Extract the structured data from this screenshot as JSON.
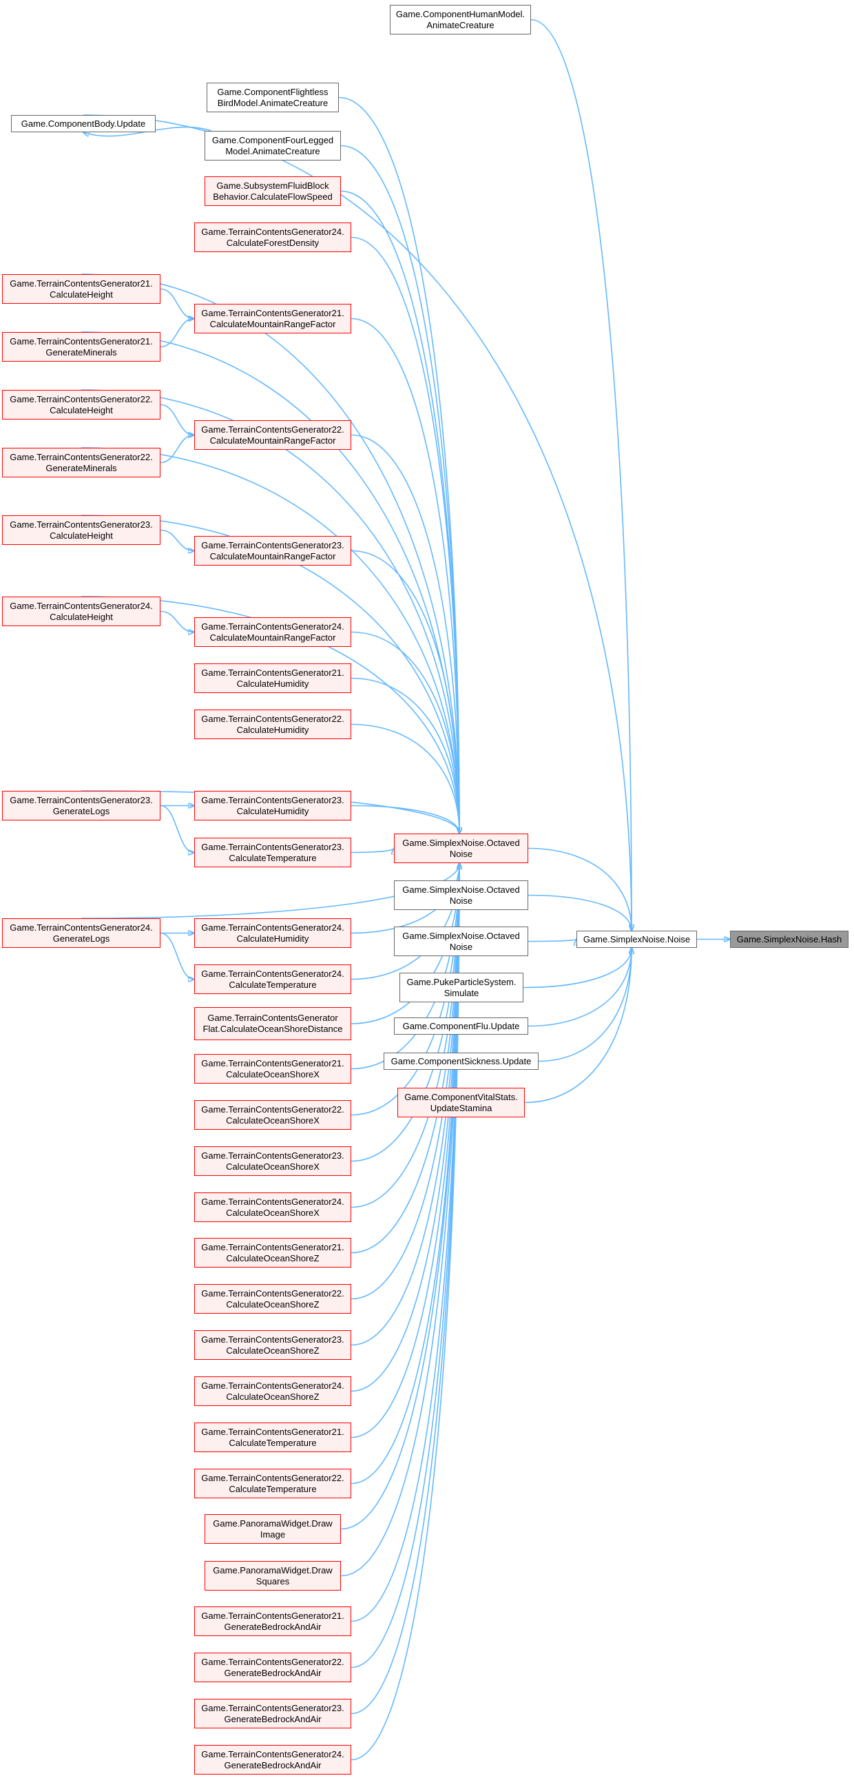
{
  "graph": {
    "title": "Call graph of Game.SimplexNoise.Hash",
    "edge_color": "#63b8ff",
    "node_styles": {
      "black": {
        "fill": "#ffffff",
        "border": "#666666"
      },
      "red": {
        "fill": "#fff0f0",
        "border": "#ff0000"
      },
      "target": {
        "fill": "#999999",
        "border": "#666666"
      }
    },
    "nodes": [
      {
        "id": "hash",
        "style": "target",
        "lines": [
          "Game.SimplexNoise.Hash"
        ]
      },
      {
        "id": "noise",
        "style": "black",
        "lines": [
          "Game.SimplexNoise.Noise"
        ]
      },
      {
        "id": "octA",
        "style": "red",
        "lines": [
          "Game.SimplexNoise.Octaved",
          "Noise"
        ]
      },
      {
        "id": "octB",
        "style": "black",
        "lines": [
          "Game.SimplexNoise.Octaved",
          "Noise"
        ]
      },
      {
        "id": "octC",
        "style": "black",
        "lines": [
          "Game.SimplexNoise.Octaved",
          "Noise"
        ]
      },
      {
        "id": "puke",
        "style": "black",
        "lines": [
          "Game.PukeParticleSystem.",
          "Simulate"
        ]
      },
      {
        "id": "flu",
        "style": "black",
        "lines": [
          "Game.ComponentFlu.Update"
        ]
      },
      {
        "id": "sick",
        "style": "black",
        "lines": [
          "Game.ComponentSickness.Update"
        ]
      },
      {
        "id": "vital",
        "style": "red",
        "lines": [
          "Game.ComponentVitalStats.",
          "UpdateStamina"
        ]
      },
      {
        "id": "human",
        "style": "black",
        "lines": [
          "Game.ComponentHumanModel.",
          "AnimateCreature"
        ]
      },
      {
        "id": "body",
        "style": "black",
        "lines": [
          "Game.ComponentBody.Update"
        ]
      },
      {
        "id": "flightless",
        "style": "black",
        "lines": [
          "Game.ComponentFlightless",
          "BirdModel.AnimateCreature"
        ]
      },
      {
        "id": "fourlegged",
        "style": "black",
        "lines": [
          "Game.ComponentFourLegged",
          "Model.AnimateCreature"
        ]
      },
      {
        "id": "fluid",
        "style": "red",
        "lines": [
          "Game.SubsystemFluidBlock",
          "Behavior.CalculateFlowSpeed"
        ]
      },
      {
        "id": "forest24",
        "style": "red",
        "lines": [
          "Game.TerrainContentsGenerator24.",
          "CalculateForestDensity"
        ]
      },
      {
        "id": "mrf21",
        "style": "red",
        "lines": [
          "Game.TerrainContentsGenerator21.",
          "CalculateMountainRangeFactor"
        ]
      },
      {
        "id": "mrf22",
        "style": "red",
        "lines": [
          "Game.TerrainContentsGenerator22.",
          "CalculateMountainRangeFactor"
        ]
      },
      {
        "id": "mrf23",
        "style": "red",
        "lines": [
          "Game.TerrainContentsGenerator23.",
          "CalculateMountainRangeFactor"
        ]
      },
      {
        "id": "mrf24",
        "style": "red",
        "lines": [
          "Game.TerrainContentsGenerator24.",
          "CalculateMountainRangeFactor"
        ]
      },
      {
        "id": "hum21",
        "style": "red",
        "lines": [
          "Game.TerrainContentsGenerator21.",
          "CalculateHumidity"
        ]
      },
      {
        "id": "hum22",
        "style": "red",
        "lines": [
          "Game.TerrainContentsGenerator22.",
          "CalculateHumidity"
        ]
      },
      {
        "id": "hum23",
        "style": "red",
        "lines": [
          "Game.TerrainContentsGenerator23.",
          "CalculateHumidity"
        ]
      },
      {
        "id": "temp23",
        "style": "red",
        "lines": [
          "Game.TerrainContentsGenerator23.",
          "CalculateTemperature"
        ]
      },
      {
        "id": "hum24",
        "style": "red",
        "lines": [
          "Game.TerrainContentsGenerator24.",
          "CalculateHumidity"
        ]
      },
      {
        "id": "temp24",
        "style": "red",
        "lines": [
          "Game.TerrainContentsGenerator24.",
          "CalculateTemperature"
        ]
      },
      {
        "id": "flatshore",
        "style": "red",
        "lines": [
          "Game.TerrainContentsGenerator",
          "Flat.CalculateOceanShoreDistance"
        ]
      },
      {
        "id": "shx21",
        "style": "red",
        "lines": [
          "Game.TerrainContentsGenerator21.",
          "CalculateOceanShoreX"
        ]
      },
      {
        "id": "shx22",
        "style": "red",
        "lines": [
          "Game.TerrainContentsGenerator22.",
          "CalculateOceanShoreX"
        ]
      },
      {
        "id": "shx23",
        "style": "red",
        "lines": [
          "Game.TerrainContentsGenerator23.",
          "CalculateOceanShoreX"
        ]
      },
      {
        "id": "shx24",
        "style": "red",
        "lines": [
          "Game.TerrainContentsGenerator24.",
          "CalculateOceanShoreX"
        ]
      },
      {
        "id": "shz21",
        "style": "red",
        "lines": [
          "Game.TerrainContentsGenerator21.",
          "CalculateOceanShoreZ"
        ]
      },
      {
        "id": "shz22",
        "style": "red",
        "lines": [
          "Game.TerrainContentsGenerator22.",
          "CalculateOceanShoreZ"
        ]
      },
      {
        "id": "shz23",
        "style": "red",
        "lines": [
          "Game.TerrainContentsGenerator23.",
          "CalculateOceanShoreZ"
        ]
      },
      {
        "id": "shz24",
        "style": "red",
        "lines": [
          "Game.TerrainContentsGenerator24.",
          "CalculateOceanShoreZ"
        ]
      },
      {
        "id": "temp21",
        "style": "red",
        "lines": [
          "Game.TerrainContentsGenerator21.",
          "CalculateTemperature"
        ]
      },
      {
        "id": "temp22",
        "style": "red",
        "lines": [
          "Game.TerrainContentsGenerator22.",
          "CalculateTemperature"
        ]
      },
      {
        "id": "panimg",
        "style": "red",
        "lines": [
          "Game.PanoramaWidget.Draw",
          "Image"
        ]
      },
      {
        "id": "pansq",
        "style": "red",
        "lines": [
          "Game.PanoramaWidget.Draw",
          "Squares"
        ]
      },
      {
        "id": "bed21",
        "style": "red",
        "lines": [
          "Game.TerrainContentsGenerator21.",
          "GenerateBedrockAndAir"
        ]
      },
      {
        "id": "bed22",
        "style": "red",
        "lines": [
          "Game.TerrainContentsGenerator22.",
          "GenerateBedrockAndAir"
        ]
      },
      {
        "id": "bed23",
        "style": "red",
        "lines": [
          "Game.TerrainContentsGenerator23.",
          "GenerateBedrockAndAir"
        ]
      },
      {
        "id": "bed24",
        "style": "red",
        "lines": [
          "Game.TerrainContentsGenerator24.",
          "GenerateBedrockAndAir"
        ]
      },
      {
        "id": "h21",
        "style": "red",
        "lines": [
          "Game.TerrainContentsGenerator21.",
          "CalculateHeight"
        ]
      },
      {
        "id": "min21",
        "style": "red",
        "lines": [
          "Game.TerrainContentsGenerator21.",
          "GenerateMinerals"
        ]
      },
      {
        "id": "h22",
        "style": "red",
        "lines": [
          "Game.TerrainContentsGenerator22.",
          "CalculateHeight"
        ]
      },
      {
        "id": "min22",
        "style": "red",
        "lines": [
          "Game.TerrainContentsGenerator22.",
          "GenerateMinerals"
        ]
      },
      {
        "id": "h23",
        "style": "red",
        "lines": [
          "Game.TerrainContentsGenerator23.",
          "CalculateHeight"
        ]
      },
      {
        "id": "h24",
        "style": "red",
        "lines": [
          "Game.TerrainContentsGenerator24.",
          "CalculateHeight"
        ]
      },
      {
        "id": "logs23",
        "style": "red",
        "lines": [
          "Game.TerrainContentsGenerator23.",
          "GenerateLogs"
        ]
      },
      {
        "id": "logs24",
        "style": "red",
        "lines": [
          "Game.TerrainContentsGenerator24.",
          "GenerateLogs"
        ]
      }
    ],
    "edges": [
      [
        "noise",
        "hash"
      ],
      [
        "octA",
        "noise"
      ],
      [
        "octB",
        "noise"
      ],
      [
        "octC",
        "noise"
      ],
      [
        "puke",
        "noise"
      ],
      [
        "flu",
        "noise"
      ],
      [
        "sick",
        "noise"
      ],
      [
        "vital",
        "noise"
      ],
      [
        "human",
        "noise"
      ],
      [
        "body",
        "noise"
      ],
      [
        "fourlegged",
        "body"
      ],
      [
        "flightless",
        "octA"
      ],
      [
        "fourlegged",
        "octA"
      ],
      [
        "fluid",
        "octA"
      ],
      [
        "forest24",
        "octA"
      ],
      [
        "h21",
        "octA"
      ],
      [
        "mrf21",
        "octA"
      ],
      [
        "min21",
        "octA"
      ],
      [
        "h22",
        "octA"
      ],
      [
        "mrf22",
        "octA"
      ],
      [
        "min22",
        "octA"
      ],
      [
        "h23",
        "octA"
      ],
      [
        "mrf23",
        "octA"
      ],
      [
        "h24",
        "octA"
      ],
      [
        "mrf24",
        "octA"
      ],
      [
        "hum21",
        "octA"
      ],
      [
        "hum22",
        "octA"
      ],
      [
        "logs23",
        "octA"
      ],
      [
        "hum23",
        "octA"
      ],
      [
        "temp23",
        "octA"
      ],
      [
        "logs24",
        "octA"
      ],
      [
        "hum24",
        "octA"
      ],
      [
        "temp24",
        "octA"
      ],
      [
        "flatshore",
        "octA"
      ],
      [
        "shx21",
        "octA"
      ],
      [
        "shx22",
        "octA"
      ],
      [
        "shx23",
        "octA"
      ],
      [
        "shx24",
        "octA"
      ],
      [
        "shz21",
        "octA"
      ],
      [
        "shz22",
        "octA"
      ],
      [
        "shz23",
        "octA"
      ],
      [
        "shz24",
        "octA"
      ],
      [
        "temp21",
        "octA"
      ],
      [
        "temp22",
        "octA"
      ],
      [
        "panimg",
        "octA"
      ],
      [
        "pansq",
        "octA"
      ],
      [
        "bed21",
        "octA"
      ],
      [
        "bed22",
        "octA"
      ],
      [
        "bed23",
        "octA"
      ],
      [
        "bed24",
        "octA"
      ],
      [
        "h21",
        "mrf21"
      ],
      [
        "min21",
        "mrf21"
      ],
      [
        "h22",
        "mrf22"
      ],
      [
        "min22",
        "mrf22"
      ],
      [
        "h23",
        "mrf23"
      ],
      [
        "h24",
        "mrf24"
      ],
      [
        "logs23",
        "hum23"
      ],
      [
        "logs23",
        "temp23"
      ],
      [
        "logs24",
        "hum24"
      ],
      [
        "logs24",
        "temp24"
      ]
    ]
  }
}
